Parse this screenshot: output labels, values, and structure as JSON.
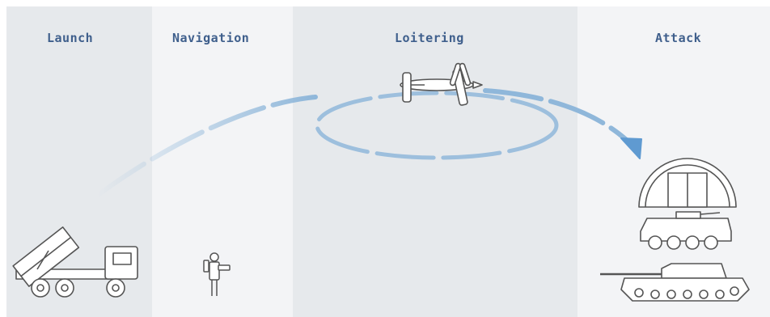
{
  "phases": [
    {
      "label": "Launch"
    },
    {
      "label": "Navigation"
    },
    {
      "label": "Loitering"
    },
    {
      "label": "Attack"
    }
  ],
  "colors": {
    "panel_dark": "#e6e9ec",
    "panel_light": "#f3f4f6",
    "title": "#3f5f8c",
    "trajectory": "#8fb7da",
    "arrow": "#5f9ad1",
    "line_art": "#555555"
  },
  "icons": [
    "launcher-truck-icon",
    "operator-icon",
    "loitering-drone-icon",
    "hangar-icon",
    "apc-icon",
    "tank-icon",
    "arrow-head-icon"
  ]
}
